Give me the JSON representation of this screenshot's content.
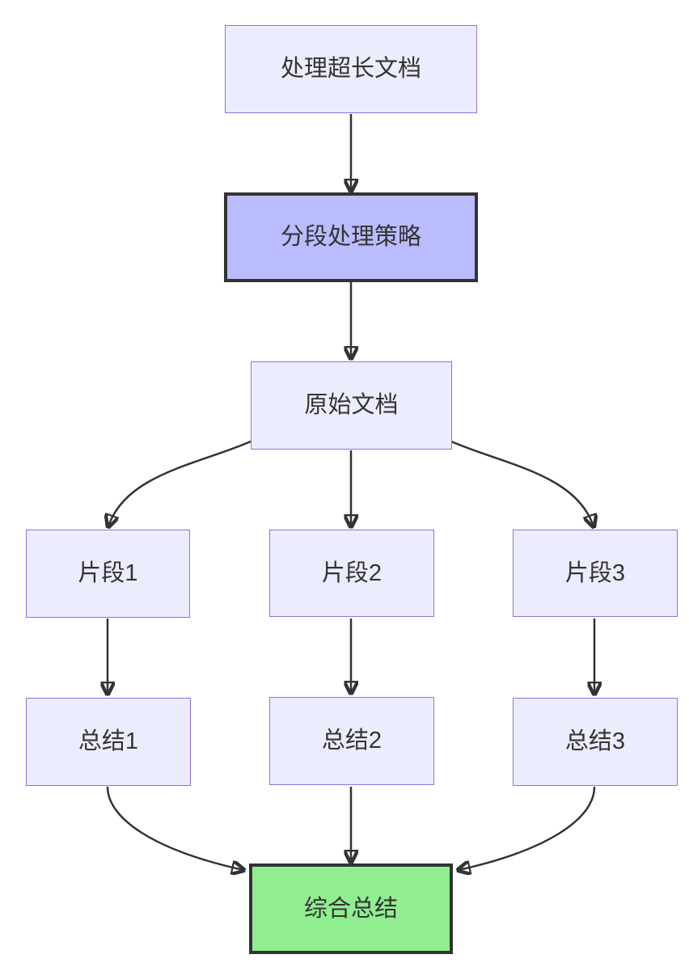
{
  "diagram_type": "flowchart-top-down",
  "colors": {
    "background": "#ffffff",
    "default_node_fill": "#ECECFF",
    "default_node_border": "#9370DB",
    "highlight_node_fill": "#BBBBFF",
    "highlight_node_border": "#333333",
    "result_node_fill": "#90EE90",
    "result_node_border": "#333333",
    "edge_stroke": "#333333",
    "text": "#333333"
  },
  "nodes": {
    "process_long_doc": {
      "label": "处理超长文档",
      "style": "default"
    },
    "segmentation_strategy": {
      "label": "分段处理策略",
      "style": "highlight"
    },
    "original_doc": {
      "label": "原始文档",
      "style": "default"
    },
    "fragment1": {
      "label": "片段1",
      "style": "default"
    },
    "fragment2": {
      "label": "片段2",
      "style": "default"
    },
    "fragment3": {
      "label": "片段3",
      "style": "default"
    },
    "summary1": {
      "label": "总结1",
      "style": "default"
    },
    "summary2": {
      "label": "总结2",
      "style": "default"
    },
    "summary3": {
      "label": "总结3",
      "style": "default"
    },
    "final_summary": {
      "label": "综合总结",
      "style": "result"
    }
  },
  "edges": [
    {
      "from": "处理超长文档",
      "to": "分段处理策略"
    },
    {
      "from": "分段处理策略",
      "to": "原始文档"
    },
    {
      "from": "原始文档",
      "to": "片段1"
    },
    {
      "from": "原始文档",
      "to": "片段2"
    },
    {
      "from": "原始文档",
      "to": "片段3"
    },
    {
      "from": "片段1",
      "to": "总结1"
    },
    {
      "from": "片段2",
      "to": "总结2"
    },
    {
      "from": "片段3",
      "to": "总结3"
    },
    {
      "from": "总结1",
      "to": "综合总结"
    },
    {
      "from": "总结2",
      "to": "综合总结"
    },
    {
      "from": "总结3",
      "to": "综合总结"
    }
  ]
}
